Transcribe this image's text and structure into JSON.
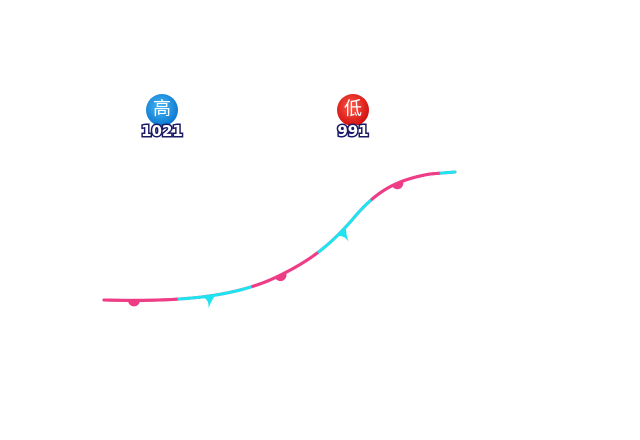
{
  "pressure_centers": [
    {
      "id": "high",
      "label": "高",
      "value": "1021",
      "color": "#1a9ee8",
      "shade": "#0a6cc0"
    },
    {
      "id": "low",
      "label": "低",
      "value": "991",
      "color": "#ee2222",
      "shade": "#b80f0f"
    }
  ],
  "front": {
    "type": "stationary",
    "warm_color": "#ee3d86",
    "cold_color": "#1fe3ef"
  }
}
